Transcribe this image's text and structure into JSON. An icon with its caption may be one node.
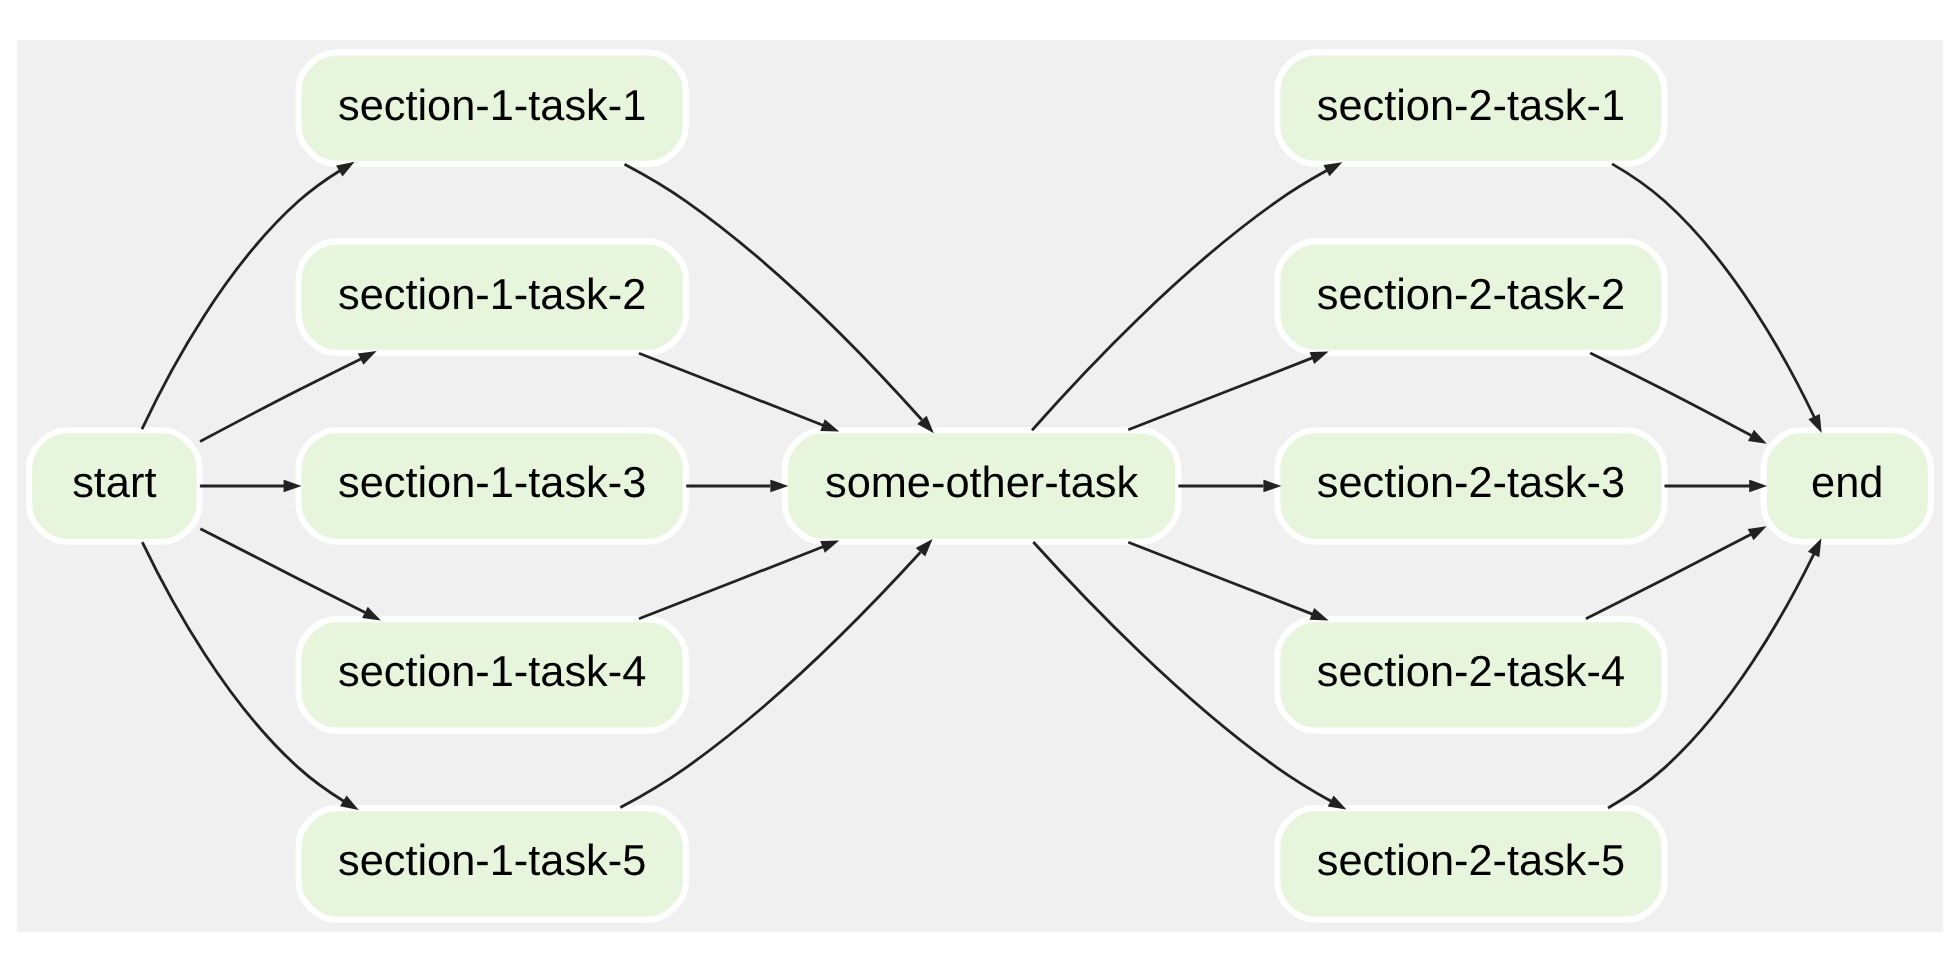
{
  "diagram": {
    "nodes": [
      {
        "text": [
          "start"
        ]
      },
      {
        "text": [
          "section-1-task-1"
        ]
      },
      {
        "text": [
          "section-1-task-2"
        ]
      },
      {
        "text": [
          "section-1-task-3"
        ]
      },
      {
        "text": [
          "section-1-task-4"
        ]
      },
      {
        "text": [
          "section-1-task-5"
        ]
      },
      {
        "text": [
          "some-other-task"
        ]
      },
      {
        "text": [
          "section-2-task-1"
        ]
      },
      {
        "text": [
          "section-2-task-2"
        ]
      },
      {
        "text": [
          "section-2-task-3"
        ]
      },
      {
        "text": [
          "section-2-task-4"
        ]
      },
      {
        "text": [
          "section-2-task-5"
        ]
      },
      {
        "text": [
          "end"
        ]
      }
    ],
    "edges": [
      {
        "from": 0,
        "to": 1,
        "arrow": "to"
      },
      {
        "from": 0,
        "to": 2,
        "arrow": "to"
      },
      {
        "from": 0,
        "to": 3,
        "arrow": "to"
      },
      {
        "from": 0,
        "to": 4,
        "arrow": "to"
      },
      {
        "from": 0,
        "to": 5,
        "arrow": "to"
      },
      {
        "from": 1,
        "to": 6,
        "arrow": "to"
      },
      {
        "from": 2,
        "to": 6,
        "arrow": "to"
      },
      {
        "from": 3,
        "to": 6,
        "arrow": "to"
      },
      {
        "from": 4,
        "to": 6,
        "arrow": "to"
      },
      {
        "from": 5,
        "to": 6,
        "arrow": "to"
      },
      {
        "from": 6,
        "to": 7,
        "arrow": "to"
      },
      {
        "from": 6,
        "to": 8,
        "arrow": "to"
      },
      {
        "from": 6,
        "to": 9,
        "arrow": "to"
      },
      {
        "from": 6,
        "to": 10,
        "arrow": "to"
      },
      {
        "from": 6,
        "to": 11,
        "arrow": "to"
      },
      {
        "from": 7,
        "to": 12,
        "arrow": "to"
      },
      {
        "from": 8,
        "to": 12,
        "arrow": "to"
      },
      {
        "from": 9,
        "to": 12,
        "arrow": "to"
      },
      {
        "from": 10,
        "to": 12,
        "arrow": "to"
      },
      {
        "from": 11,
        "to": 12,
        "arrow": "to"
      }
    ]
  }
}
